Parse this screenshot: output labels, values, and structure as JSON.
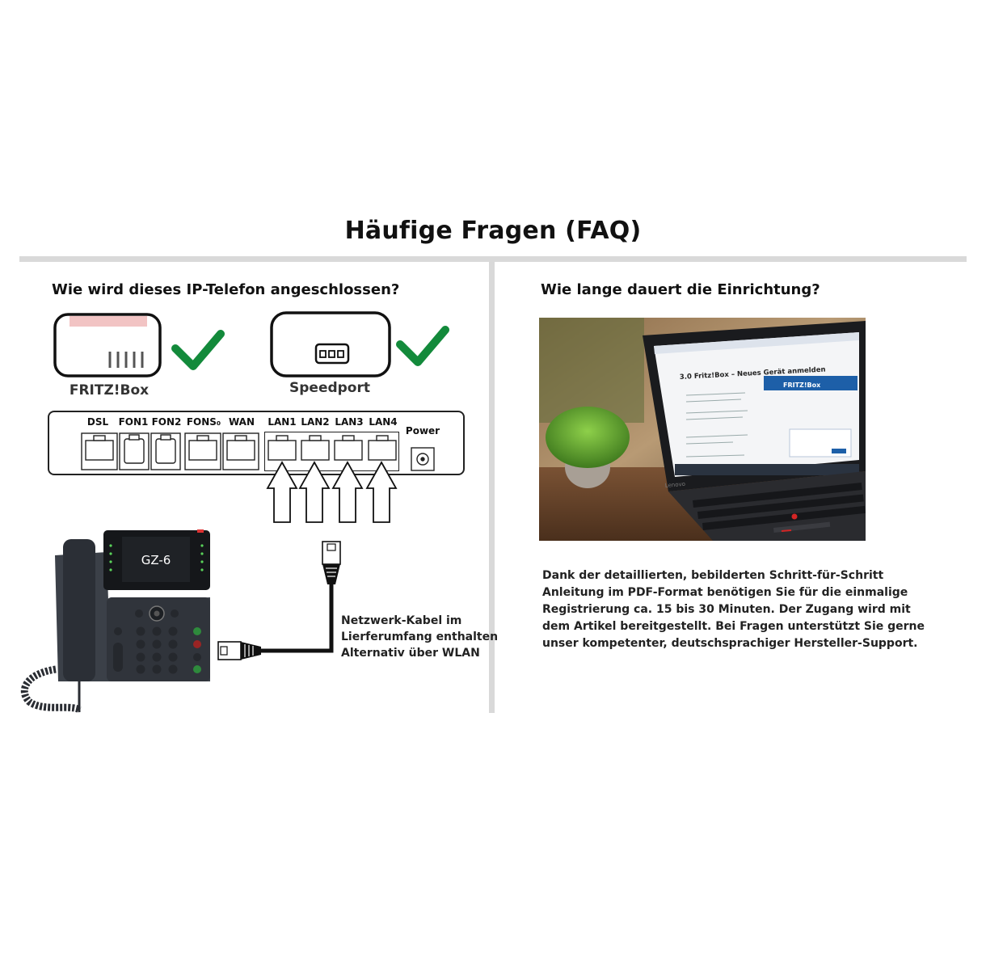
{
  "page": {
    "title": "Häufige Fragen (FAQ)"
  },
  "left": {
    "heading": "Wie wird dieses IP-Telefon angeschlossen?",
    "routers": [
      {
        "label": "FRITZ!Box",
        "compatible": true
      },
      {
        "label": "Speedport",
        "compatible": true
      }
    ],
    "ports": [
      "DSL",
      "FON1",
      "FON2",
      "FONS₀",
      "WAN",
      "LAN1",
      "LAN2",
      "LAN3",
      "LAN4",
      "Power"
    ],
    "phone_display": "GZ-6",
    "cable_note": [
      "Netzwerk-Kabel im",
      "Lierferumfang enthalten",
      "Alternativ über WLAN"
    ],
    "colors": {
      "check": "#138a3b",
      "router_stripe": "#f2c4c4",
      "phone_body": "#3b4048"
    }
  },
  "right": {
    "heading": "Wie lange dauert die Einrichtung?",
    "laptop_screen": {
      "doc_title": "3.0 Fritz!Box – Neues Gerät anmelden",
      "brand": "FRITZ!Box",
      "laptop_brand": "Lenovo"
    },
    "description": [
      "Dank der detaillierten, bebilderten Schritt-für-Schritt",
      "Anleitung im PDF-Format benötigen Sie für die einmalige",
      "Registrierung ca. 15 bis 30 Minuten. Der Zugang wird mit",
      "dem Artikel bereitgestellt. Bei Fragen unterstützt Sie gerne",
      "unser kompetenter, deutschsprachiger Hersteller-Support."
    ]
  }
}
